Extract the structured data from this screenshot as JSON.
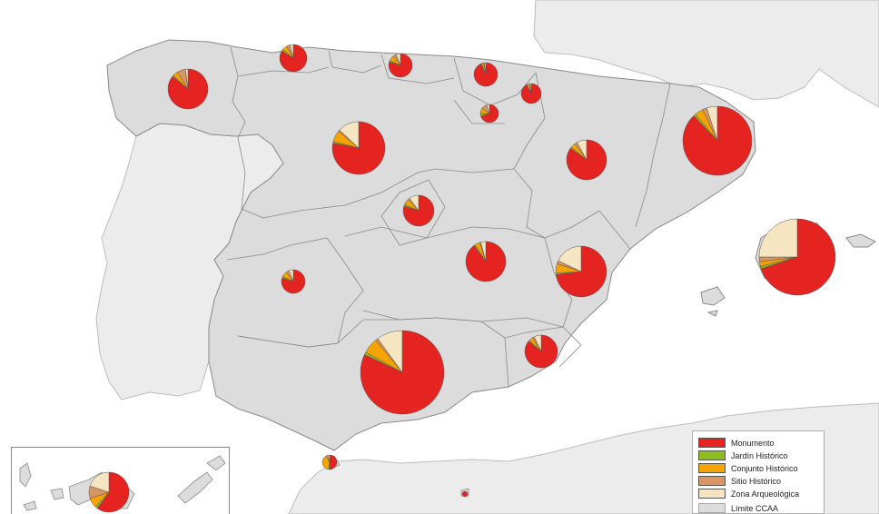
{
  "legend": {
    "items": [
      {
        "label": "Monumento",
        "color": "#e52421"
      },
      {
        "label": "Jardín Histórico",
        "color": "#8cbd1f"
      },
      {
        "label": "Conjunto Histórico",
        "color": "#f5a300"
      },
      {
        "label": "Sitio Histórico",
        "color": "#d99463"
      },
      {
        "label": "Zona Arqueológica",
        "color": "#f5e5c0"
      }
    ],
    "boundary": {
      "label": "Límite CCAA",
      "color": "#dcdcdc"
    }
  },
  "colors": {
    "sea": "#ffffff",
    "spain_land": "#dcdcdc",
    "other_land": "#ececec",
    "boundary": "#8a8a8a"
  }
}
